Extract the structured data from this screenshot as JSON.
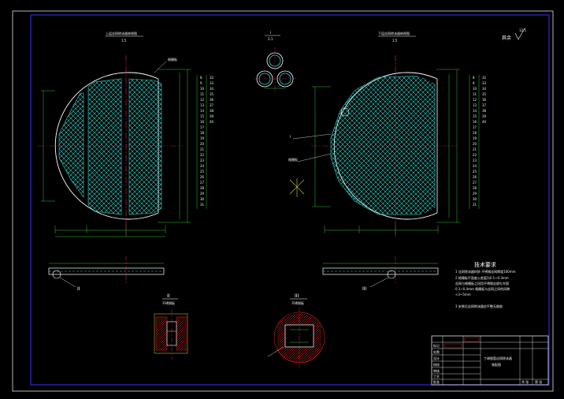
{
  "colors": {
    "background": "#000000",
    "border": "#2b2bd6",
    "outline": "#ffffff",
    "mesh": "#2fd3c8",
    "dimension": "#35c235",
    "centerline": "#e0205a",
    "section": "#d8d84a",
    "hatch": "#cc2222",
    "text": "#f2f2f2"
  },
  "left_view": {
    "title": "上层丝网除沫器俯视图",
    "scale": "1:5",
    "leader_label": "格栅板",
    "callout_label": "II"
  },
  "right_view": {
    "title": "下层丝网除沫器俯视图",
    "scale": "1:5",
    "leader_label_1": "I",
    "leader_label_2": "格栅板",
    "callout_label": "III"
  },
  "detail_I": {
    "label": "I",
    "scale": "2:1"
  },
  "section_II": {
    "label": "II",
    "sub_label": "不锈钢板"
  },
  "section_III": {
    "label": "III",
    "sub_label": "不锈钢板"
  },
  "roughness": {
    "label": "其余",
    "value": "12.5"
  },
  "left_table_values": [
    "8",
    "9",
    "10",
    "11",
    "12",
    "13",
    "14",
    "15",
    "16",
    "17",
    "18",
    "19",
    "20",
    "21",
    "22",
    "23",
    "24",
    "25",
    "26",
    "27",
    "28",
    "29",
    "30",
    "31",
    "32",
    "33",
    "34",
    "35",
    "36",
    "37",
    "38",
    "39",
    "40"
  ],
  "right_table_values": [
    "8",
    "9",
    "10",
    "11",
    "12",
    "13",
    "14",
    "15",
    "16",
    "17",
    "18",
    "19",
    "20",
    "21",
    "22",
    "23",
    "24",
    "25",
    "26",
    "27",
    "28",
    "29",
    "30",
    "31",
    "32",
    "33",
    "34",
    "35",
    "36",
    "37",
    "38",
    "39",
    "40"
  ],
  "tech_req": {
    "title": "技术要求",
    "items": [
      "1 丝网除沫器材质 不锈钢丝网厚度100mm",
      "2 格栅板平面度公差值为0.1~0.3mm",
      "  丝网与格栅板之间用不锈钢丝绑扎牢固",
      "  0.1~0.4mm 格栅板与丝网之间的间隙",
      "  <3~5mm",
      "3 安装后丝网除沫器应平整无翘曲"
    ]
  },
  "title_block": {
    "drawing_name_1": "丁烯脱氢丝网除沫器",
    "drawing_name_2": "装配图",
    "row_labels": [
      "标记",
      "处数",
      "设计",
      "校核",
      "审核",
      "工艺",
      "批准"
    ],
    "sheet_label_1": "共 张",
    "sheet_label_2": "第 张"
  }
}
